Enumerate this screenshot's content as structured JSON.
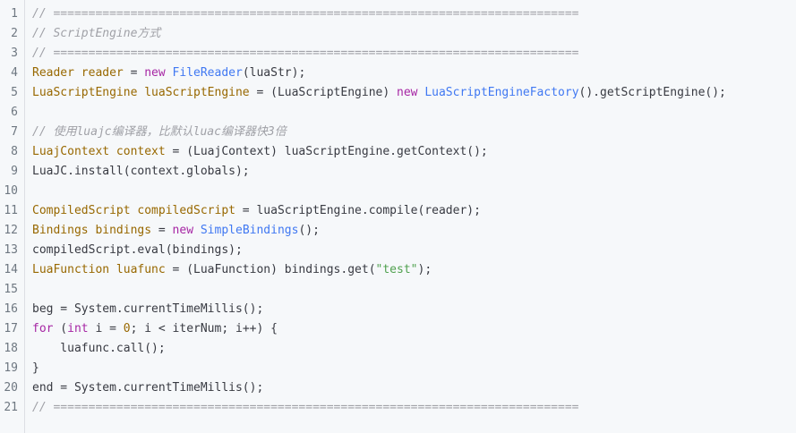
{
  "code_block": {
    "lines": [
      {
        "n": "1",
        "tokens": [
          {
            "t": "// ===========================================================================",
            "c": "comment"
          }
        ]
      },
      {
        "n": "2",
        "tokens": [
          {
            "t": "// ScriptEngine方式",
            "c": "comment"
          }
        ]
      },
      {
        "n": "3",
        "tokens": [
          {
            "t": "// ===========================================================================",
            "c": "comment"
          }
        ]
      },
      {
        "n": "4",
        "tokens": [
          {
            "t": "Reader reader",
            "c": "type"
          },
          {
            "t": " = ",
            "c": "plain"
          },
          {
            "t": "new",
            "c": "keyword"
          },
          {
            "t": " ",
            "c": "plain"
          },
          {
            "t": "FileReader",
            "c": "classname"
          },
          {
            "t": "(luaStr);",
            "c": "plain"
          }
        ]
      },
      {
        "n": "5",
        "tokens": [
          {
            "t": "LuaScriptEngine luaScriptEngine",
            "c": "type"
          },
          {
            "t": " = (LuaScriptEngine) ",
            "c": "plain"
          },
          {
            "t": "new",
            "c": "keyword"
          },
          {
            "t": " ",
            "c": "plain"
          },
          {
            "t": "LuaScriptEngineFactory",
            "c": "classname"
          },
          {
            "t": "().getScriptEngine();",
            "c": "plain"
          }
        ]
      },
      {
        "n": "6",
        "tokens": []
      },
      {
        "n": "7",
        "tokens": [
          {
            "t": "// 使用luajc编译器，比默认luac编译器快3倍",
            "c": "comment"
          }
        ]
      },
      {
        "n": "8",
        "tokens": [
          {
            "t": "LuajContext context",
            "c": "type"
          },
          {
            "t": " = (LuajContext) luaScriptEngine.getContext();",
            "c": "plain"
          }
        ]
      },
      {
        "n": "9",
        "tokens": [
          {
            "t": "LuaJC.install(context.globals);",
            "c": "plain"
          }
        ]
      },
      {
        "n": "10",
        "tokens": []
      },
      {
        "n": "11",
        "tokens": [
          {
            "t": "CompiledScript compiledScript",
            "c": "type"
          },
          {
            "t": " = luaScriptEngine.compile(reader);",
            "c": "plain"
          }
        ]
      },
      {
        "n": "12",
        "tokens": [
          {
            "t": "Bindings bindings",
            "c": "type"
          },
          {
            "t": " = ",
            "c": "plain"
          },
          {
            "t": "new",
            "c": "keyword"
          },
          {
            "t": " ",
            "c": "plain"
          },
          {
            "t": "SimpleBindings",
            "c": "classname"
          },
          {
            "t": "();",
            "c": "plain"
          }
        ]
      },
      {
        "n": "13",
        "tokens": [
          {
            "t": "compiledScript.eval(bindings);",
            "c": "plain"
          }
        ]
      },
      {
        "n": "14",
        "tokens": [
          {
            "t": "LuaFunction luafunc",
            "c": "type"
          },
          {
            "t": " = (LuaFunction) bindings.get(",
            "c": "plain"
          },
          {
            "t": "\"test\"",
            "c": "string"
          },
          {
            "t": ");",
            "c": "plain"
          }
        ]
      },
      {
        "n": "15",
        "tokens": []
      },
      {
        "n": "16",
        "tokens": [
          {
            "t": "beg = System.currentTimeMillis();",
            "c": "plain"
          }
        ]
      },
      {
        "n": "17",
        "tokens": [
          {
            "t": "for",
            "c": "keyword"
          },
          {
            "t": " (",
            "c": "plain"
          },
          {
            "t": "int",
            "c": "keyword"
          },
          {
            "t": " i = ",
            "c": "plain"
          },
          {
            "t": "0",
            "c": "number"
          },
          {
            "t": "; i < iterNum; i++) {",
            "c": "plain"
          }
        ]
      },
      {
        "n": "18",
        "tokens": [
          {
            "t": "    luafunc.call();",
            "c": "plain"
          }
        ]
      },
      {
        "n": "19",
        "tokens": [
          {
            "t": "}",
            "c": "plain"
          }
        ]
      },
      {
        "n": "20",
        "tokens": [
          {
            "t": "end = System.currentTimeMillis();",
            "c": "plain"
          }
        ]
      },
      {
        "n": "21",
        "tokens": [
          {
            "t": "// ===========================================================================",
            "c": "comment"
          }
        ]
      }
    ]
  }
}
